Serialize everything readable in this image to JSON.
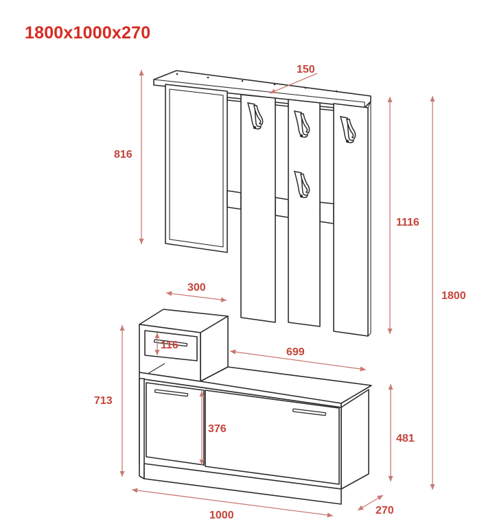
{
  "title": "1800x1000x270",
  "dimensions": {
    "board_depth": "150",
    "mirror_height": "816",
    "panel_height": "1116",
    "total_height": "1800",
    "cabinet_width": "300",
    "drawer_height": "116",
    "bench_length": "699",
    "cabinet_height": "713",
    "door_height": "376",
    "bench_height": "481",
    "total_width": "1000",
    "total_depth": "270"
  },
  "colors": {
    "title": "#d62b22",
    "dimension": "#c4443a",
    "outline": "#2b2b2b"
  }
}
